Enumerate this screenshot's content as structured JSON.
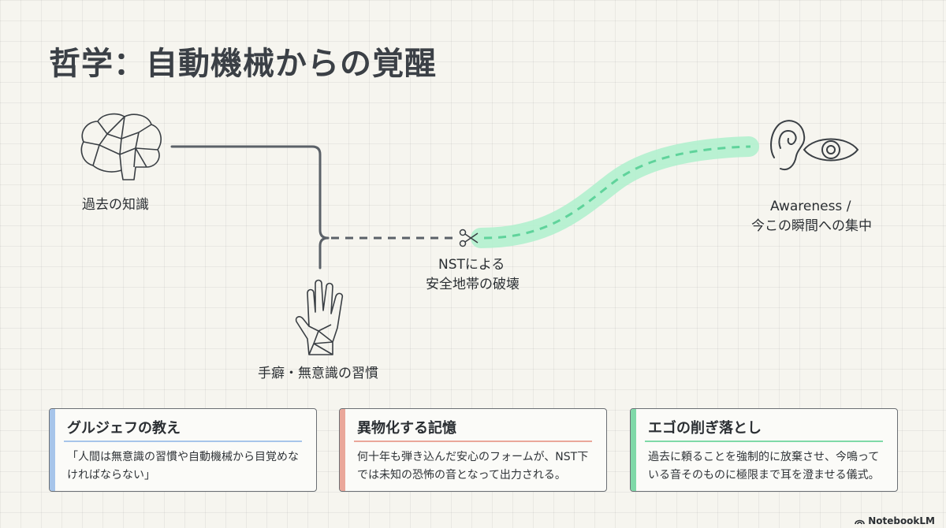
{
  "title": "哲学：自動機械からの覚醒",
  "nodes": {
    "past_knowledge": "過去の知識",
    "habits": "手癖・無意識の習慣",
    "nst_line1": "NSTによる",
    "nst_line2": "安全地帯の破壊",
    "awareness_line1": "Awareness /",
    "awareness_line2": "今この瞬間への集中"
  },
  "icons": {
    "brain": "brain-icon",
    "hand": "hand-icon",
    "scissors": "scissors-icon",
    "ear": "ear-icon",
    "eye": "eye-icon"
  },
  "colors": {
    "path_dark": "#5b6168",
    "path_green": "#5fd39b",
    "glow_green": "#aef0cd",
    "card1_accent": "#a7c5ea",
    "card2_accent": "#eaa79a",
    "card3_accent": "#7fd9a8"
  },
  "cards": [
    {
      "title": "グルジェフの教え",
      "body": "「人間は無意識の習慣や自動機械から目覚めなければならない」"
    },
    {
      "title": "異物化する記憶",
      "body": "何十年も弾き込んだ安心のフォームが、NST下では未知の恐怖の音となって出力される。"
    },
    {
      "title": "エゴの削ぎ落とし",
      "body": "過去に頼ることを強制的に放棄させ、今鳴っている音そのものに極限まで耳を澄ませる儀式。"
    }
  ],
  "brand": "NotebookLM"
}
